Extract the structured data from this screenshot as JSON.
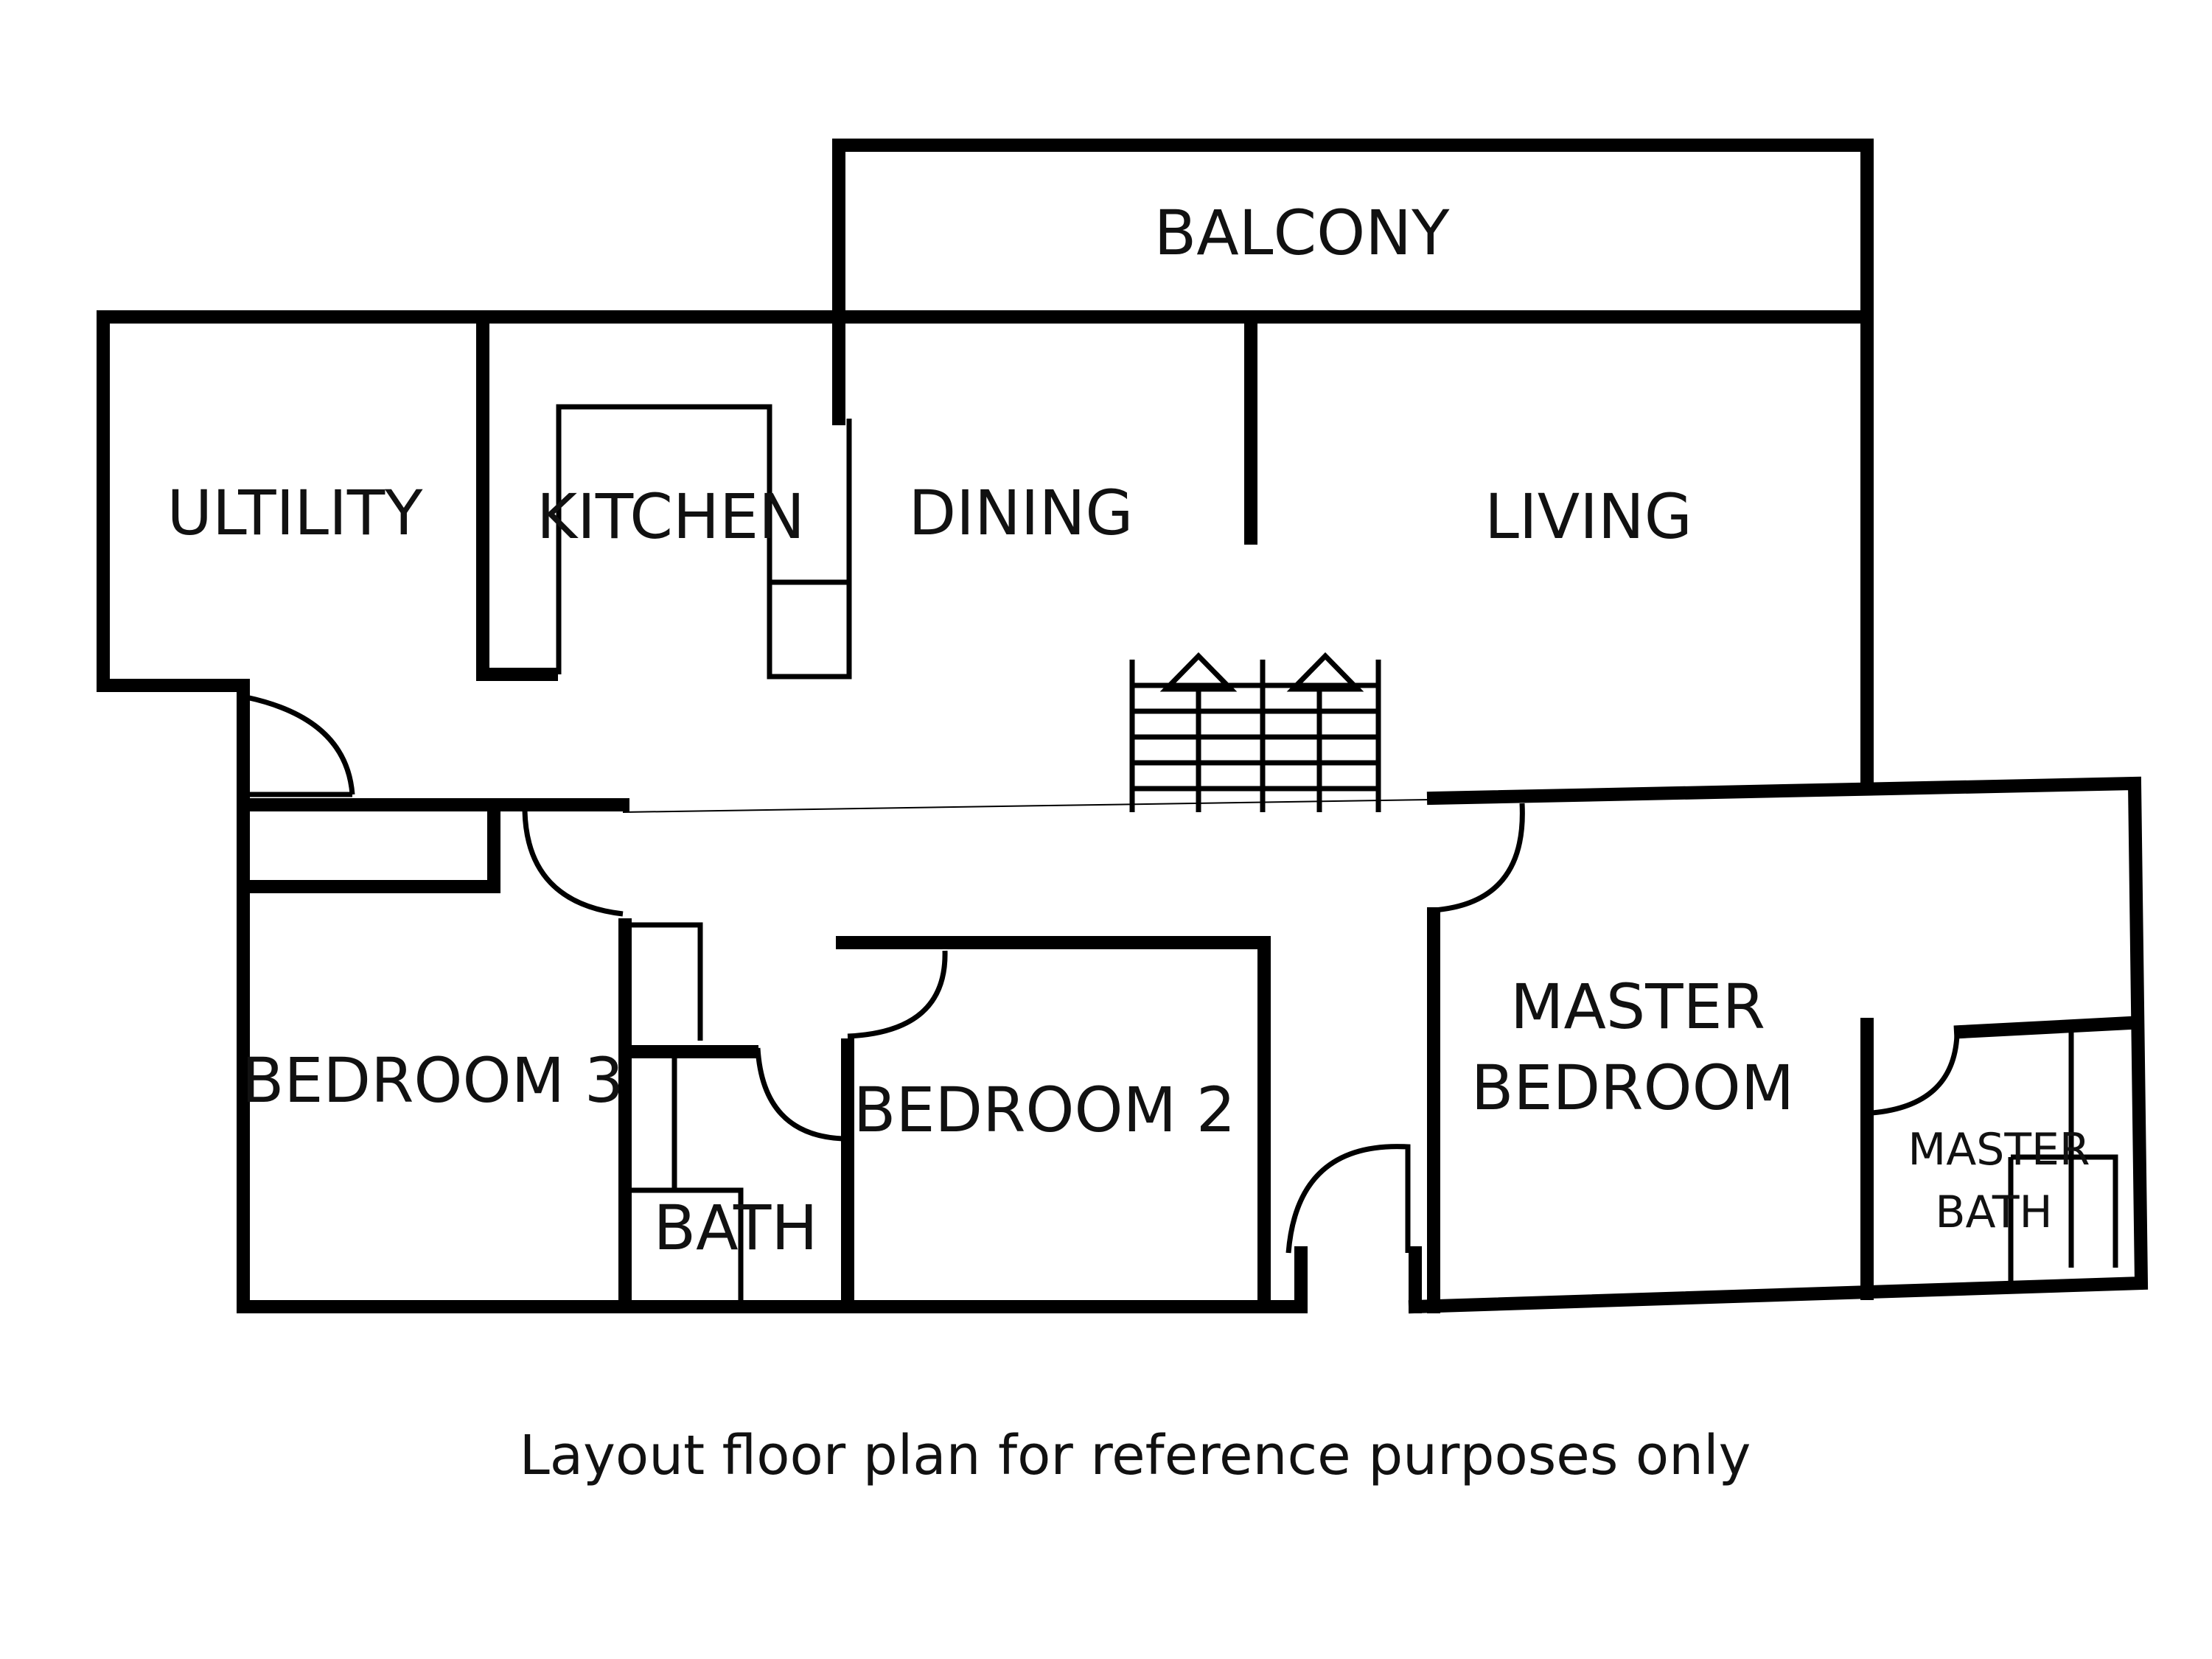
{
  "rooms": {
    "balcony": "BALCONY",
    "utility": "ULTILITY",
    "kitchen": "KITCHEN",
    "dining": "DINING",
    "living": "LIVING",
    "bedroom3": "BEDROOM 3",
    "bath": "BATH",
    "bedroom2": "BEDROOM 2",
    "master_bedroom_line1": "MASTER",
    "master_bedroom_line2": "BEDROOM",
    "master_bath_line1": "MASTER",
    "master_bath_line2": "BATH"
  },
  "caption": "Layout floor plan for reference purposes only"
}
